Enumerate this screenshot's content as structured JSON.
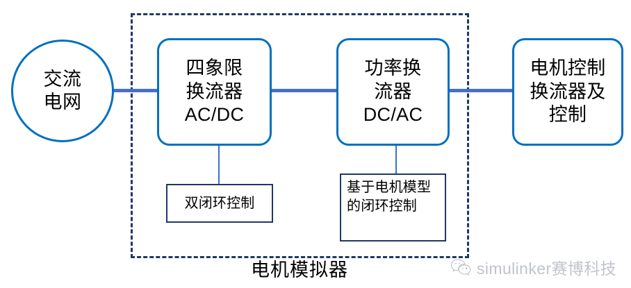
{
  "diagram": {
    "title_caption": "电机模拟器",
    "colors": {
      "node_border_blue": "#0070C0",
      "connector_blue": "#4472C4",
      "dashed_navy": "#1F3864",
      "sub_box_border": "#1F3864",
      "text_black": "#000000",
      "watermark_gray": "#9AA0AB"
    },
    "nodes": {
      "ac_grid": "交流\n电网",
      "four_quadrant_converter": "四象限\n换流器\nAC/DC",
      "power_converter": "功率换\n流器\nDC/AC",
      "motor_control_converter": "电机控制\n换流器及\n控制",
      "dual_closed_loop": "双闭环控制",
      "model_based_closed_loop": "基于电机模型的闭环控制"
    },
    "connections": [
      {
        "from": "ac_grid",
        "to": "four_quadrant_converter",
        "style": "thick-horizontal"
      },
      {
        "from": "four_quadrant_converter",
        "to": "power_converter",
        "style": "thick-horizontal"
      },
      {
        "from": "power_converter",
        "to": "motor_control_converter",
        "style": "thick-horizontal"
      },
      {
        "from": "four_quadrant_converter",
        "to": "dual_closed_loop",
        "style": "thin-vertical"
      },
      {
        "from": "power_converter",
        "to": "model_based_closed_loop",
        "style": "thin-vertical"
      }
    ],
    "group_box": {
      "label": "电机模拟器",
      "style": "dashed",
      "contains": [
        "four_quadrant_converter",
        "power_converter",
        "dual_closed_loop",
        "model_based_closed_loop"
      ]
    }
  },
  "watermark": {
    "icon": "wechat-icon",
    "text": "simulinker赛博科技"
  }
}
